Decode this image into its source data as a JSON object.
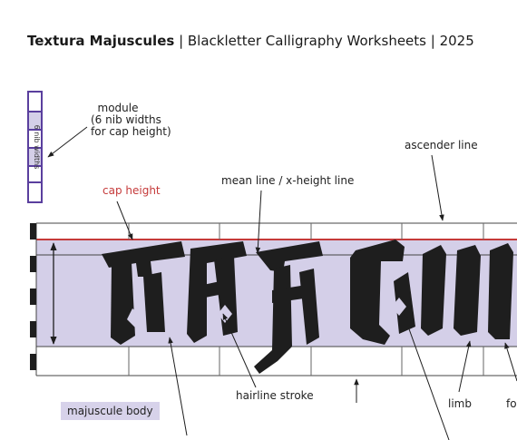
{
  "header": {
    "title_bold": "Textura Majuscules",
    "title_rest": " | Blackletter Calligraphy Worksheets | 2025"
  },
  "module": {
    "label_line1": "module",
    "label_line2": "(6 nib widths",
    "label_line3": "for cap height)",
    "vertical_text": "6 nib widths",
    "nib_count": 6
  },
  "labels": {
    "cap_height": "cap height",
    "mean_line": "mean line / x-height line",
    "ascender_line": "ascender line",
    "hairline_stroke": "hairline stroke",
    "limb": "limb",
    "fo": "fo",
    "majuscule_body": "majuscule body"
  },
  "colors": {
    "band": "#d4cfe8",
    "module_border": "#5a3f9e",
    "cap_line": "#c53a3a",
    "ink": "#1e1e1e"
  }
}
